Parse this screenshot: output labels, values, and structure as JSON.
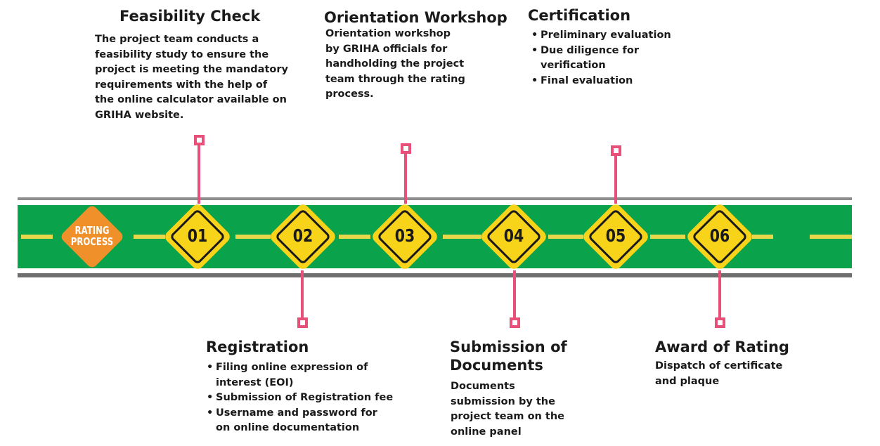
{
  "start_sign": {
    "line1": "RATING",
    "line2": "PROCESS",
    "color": "#f0902a"
  },
  "road": {
    "color": "#0aa24a",
    "edge_color": "#8c8c8c",
    "dash_color": "#e6d84a"
  },
  "sign_color": "#f7d31a",
  "connector_color": "#e8507a",
  "steps": [
    {
      "number": "01",
      "title": "Feasibility Check",
      "lines": [
        "The project team conducts a",
        "feasibility study to ensure the",
        "project is meeting the mandatory",
        "requirements with the help of",
        "the online calculator available on",
        "GRIHA website."
      ]
    },
    {
      "number": "02",
      "title": "Registration",
      "bullets": [
        [
          "Filing online expression of",
          "interest (EOI)"
        ],
        [
          "Submission of Registration fee"
        ],
        [
          "Username and password for",
          "on online documentation"
        ]
      ]
    },
    {
      "number": "03",
      "title": "Orientation Workshop",
      "lines": [
        "Orientation workshop",
        "by GRIHA officials for",
        "handholding the project",
        "team through the rating",
        "process."
      ]
    },
    {
      "number": "04",
      "title_lines": [
        "Submission of",
        "Documents"
      ],
      "lines": [
        "Documents",
        "submission by the",
        "project team on the",
        "online panel"
      ]
    },
    {
      "number": "05",
      "title": "Certification",
      "bullets": [
        [
          "Preliminary evaluation"
        ],
        [
          "Due diligence for",
          "verification"
        ],
        [
          "Final evaluation"
        ]
      ]
    },
    {
      "number": "06",
      "title": "Award of Rating",
      "lines": [
        "Dispatch of certificate",
        "and plaque"
      ]
    }
  ]
}
